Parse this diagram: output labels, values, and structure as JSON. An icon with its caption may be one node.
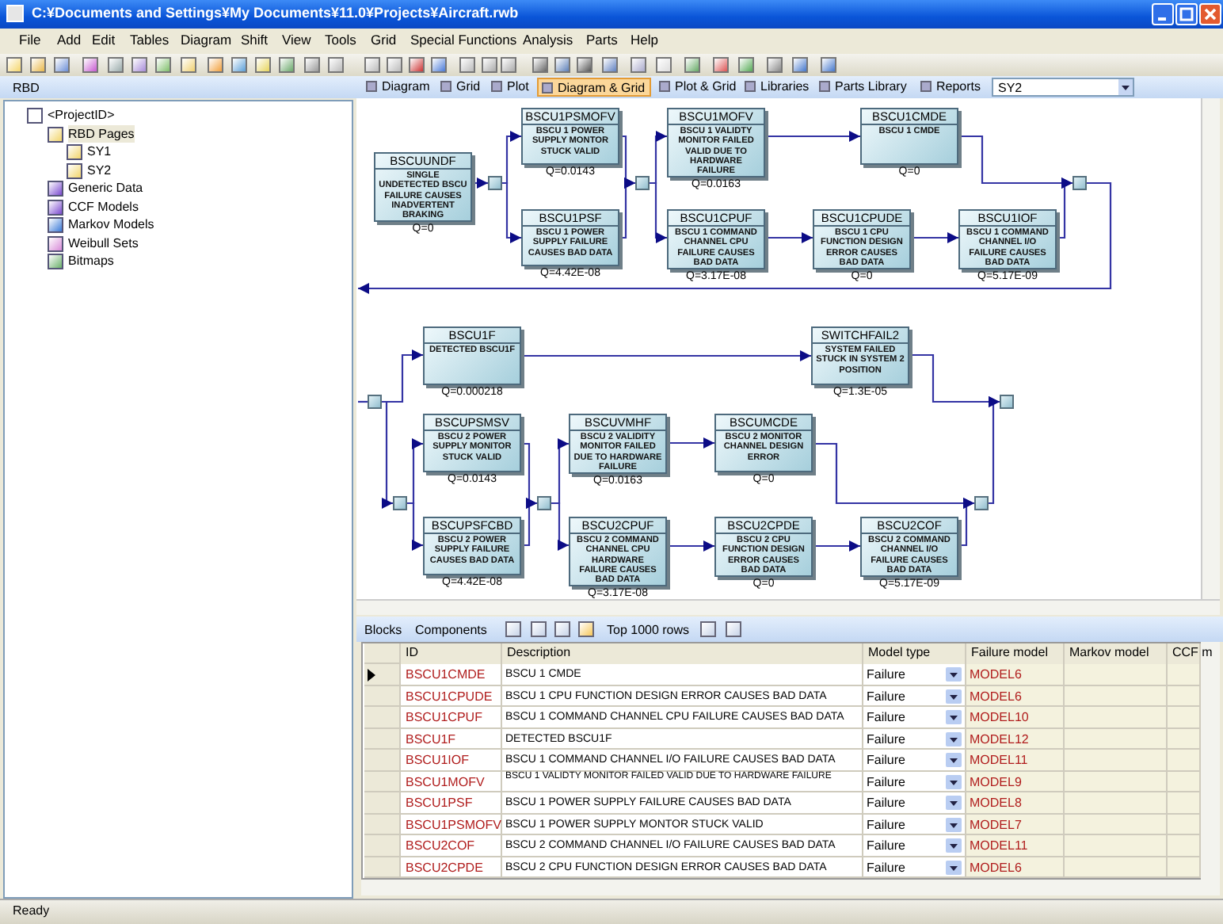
{
  "diagram": {
    "nodes": [
      {
        "text": [
          "BSCUUNDF",
          "SINGLE UNDETECTED BSCU FAILURE CAUSES INADVERTENT BRAKING"
        ],
        "beside": [
          "Q=0"
        ]
      },
      {
        "text": [],
        "shape": "box"
      },
      {
        "text": [
          "BSCU1PSMOFV",
          "BSCU 1 POWER SUPPLY MONTOR STUCK VALID"
        ],
        "beside": [
          "Q=0.0143"
        ]
      },
      {
        "text": [
          "BSCU1PSF",
          "BSCU 1 POWER SUPPLY FAILURE CAUSES BAD DATA"
        ],
        "beside": [
          "Q=4.42E-08"
        ]
      },
      {
        "text": [],
        "shape": "box"
      },
      {
        "text": [
          "BSCU1MOFV",
          "BSCU 1 VALIDTY MONITOR FAILED VALID DUE TO HARDWARE FAILURE"
        ],
        "beside": [
          "Q=0.0163"
        ]
      },
      {
        "text": [
          "BSCU1CMDE",
          "BSCU 1 CMDE"
        ],
        "beside": [
          "Q=0"
        ]
      },
      {
        "text": [
          "BSCU1CPUF",
          "BSCU 1 COMMAND CHANNEL CPU FAILURE CAUSES BAD DATA"
        ],
        "beside": [
          "Q=3.17E-08"
        ]
      },
      {
        "text": [
          "BSCU1CPUDE",
          "BSCU 1 CPU FUNCTION DESIGN ERROR CAUSES BAD DATA"
        ],
        "beside": [
          "Q=0"
        ]
      },
      {
        "text": [
          "BSCU1IOF",
          "BSCU 1 COMMAND CHANNEL I/O FAILURE CAUSES BAD DATA"
        ],
        "beside": [
          "Q=5.17E-09"
        ]
      },
      {
        "text": [],
        "shape": "box"
      },
      {
        "text": [],
        "shape": "box"
      },
      {
        "text": [
          "BSCU1F",
          "DETECTED BSCU1F"
        ],
        "beside": [
          "Q=0.000218"
        ]
      },
      {
        "text": [
          "SWITCHFAIL2",
          "SYSTEM FAILED STUCK IN SYSTEM 2 POSITION"
        ],
        "beside": [
          "Q=1.3E-05"
        ]
      },
      {
        "text": [],
        "shape": "box"
      },
      {
        "text": [],
        "shape": "box"
      },
      {
        "text": [
          "BSCUPSMSV",
          "BSCU 2 POWER SUPPLY MONITOR STUCK VALID"
        ],
        "beside": [
          "Q=0.0143"
        ]
      },
      {
        "text": [
          "BSCUPSFCBD",
          "BSCU 2 POWER SUPPLY FAILURE CAUSES BAD DATA"
        ],
        "beside": [
          "Q=4.42E-08"
        ]
      },
      {
        "text": [],
        "shape": "box"
      },
      {
        "text": [
          "BSCUVMHF",
          "BSCU 2 VALIDITY MONITOR FAILED DUE TO HARDWARE FAILURE"
        ],
        "beside": [
          "Q=0.0163"
        ]
      },
      {
        "text": [
          "BSCUMCDE",
          "BSCU 2 MONITOR CHANNEL DESIGN ERROR"
        ],
        "beside": [
          "Q=0"
        ]
      },
      {
        "text": [
          "BSCU2CPUF",
          "BSCU 2 COMMAND CHANNEL CPU HARDWARE FAILURE CAUSES BAD DATA"
        ],
        "beside": [
          "Q=3.17E-08"
        ]
      },
      {
        "text": [
          "BSCU2CPDE",
          "BSCU 2 CPU FUNCTION DESIGN ERROR CAUSES BAD DATA"
        ],
        "beside": [
          "Q=0"
        ]
      },
      {
        "text": [
          "BSCU2COF",
          "BSCU 2 COMMAND CHANNEL I/O FAILURE CAUSES BAD DATA"
        ],
        "beside": [
          "Q=5.17E-09"
        ]
      },
      {
        "text": [],
        "shape": "box"
      }
    ],
    "edges": [
      {
        "from": 0,
        "to": 1,
        "arrow": "to"
      },
      {
        "from": 1,
        "to": 2,
        "arrow": "to"
      },
      {
        "from": 1,
        "to": 3,
        "arrow": "to"
      },
      {
        "from": 2,
        "to": 4,
        "arrow": "to"
      },
      {
        "from": 3,
        "to": 4,
        "arrow": "to"
      },
      {
        "from": 4,
        "to": 5,
        "arrow": "to"
      },
      {
        "from": 4,
        "to": 7,
        "arrow": "to"
      },
      {
        "from": 5,
        "to": 6,
        "arrow": "to"
      },
      {
        "from": 6,
        "to": 10,
        "arrow": "to"
      },
      {
        "from": 7,
        "to": 8,
        "arrow": "to"
      },
      {
        "from": 8,
        "to": 9,
        "arrow": "to"
      },
      {
        "from": 9,
        "to": 10,
        "arrow": "to"
      },
      {
        "from": 10,
        "to": null,
        "arrow": "to"
      },
      {
        "from": null,
        "to": 11,
        "arrow": "none"
      },
      {
        "from": 11,
        "to": 12,
        "arrow": "to"
      },
      {
        "from": 11,
        "to": 15,
        "arrow": "to"
      },
      {
        "from": 12,
        "to": 13,
        "arrow": "to"
      },
      {
        "from": 13,
        "to": 14,
        "arrow": "to"
      },
      {
        "from": 15,
        "to": 16,
        "arrow": "to"
      },
      {
        "from": 15,
        "to": 17,
        "arrow": "to"
      },
      {
        "from": 16,
        "to": 18,
        "arrow": "to"
      },
      {
        "from": 17,
        "to": 18,
        "arrow": "to"
      },
      {
        "from": 18,
        "to": 19,
        "arrow": "to"
      },
      {
        "from": 18,
        "to": 21,
        "arrow": "to"
      },
      {
        "from": 19,
        "to": 20,
        "arrow": "to"
      },
      {
        "from": 20,
        "to": 24,
        "arrow": "to"
      },
      {
        "from": 21,
        "to": 22,
        "arrow": "to"
      },
      {
        "from": 22,
        "to": 23,
        "arrow": "to"
      },
      {
        "from": 23,
        "to": 24,
        "arrow": "to"
      },
      {
        "from": 24,
        "to": 14,
        "arrow": "to"
      }
    ],
    "labels": [
      "C:¥Documents and Settings¥My Documents¥11.0¥Projects¥Aircraft.rwb",
      "File",
      "Add",
      "Edit",
      "Tables",
      "Diagram",
      "Shift",
      "View",
      "Tools",
      "Grid",
      "Special Functions",
      "Analysis",
      "Parts",
      "Help",
      "RBD",
      "Diagram",
      "Grid",
      "Plot",
      "Diagram & Grid",
      "Plot & Grid",
      "Libraries",
      "Parts Library",
      "Reports",
      "SY2",
      "<ProjectID>",
      "RBD Pages",
      "SY1",
      "SY2",
      "Generic Data",
      "CCF Models",
      "Markov Models",
      "Weibull Sets",
      "Bitmaps",
      "Blocks",
      "Components",
      "Top 1000 rows",
      "ID",
      "Description",
      "Model type",
      "Failure model",
      "Markov model",
      "CCF m",
      "BSCU1CMDE",
      "BSCU 1 CMDE",
      "Failure",
      "MODEL6",
      "BSCU1CPUDE",
      "BSCU 1 CPU FUNCTION DESIGN ERROR CAUSES BAD DATA",
      "Failure",
      "MODEL6",
      "BSCU1CPUF",
      "BSCU 1 COMMAND CHANNEL CPU FAILURE CAUSES BAD DATA",
      "Failure",
      "MODEL10",
      "BSCU1F",
      "DETECTED BSCU1F",
      "Failure",
      "MODEL12",
      "BSCU1IOF",
      "BSCU 1 COMMAND CHANNEL I/O FAILURE CAUSES BAD DATA",
      "Failure",
      "MODEL11",
      "BSCU1MOFV",
      "BSCU 1 VALIDTY MONITOR FAILED VALID DUE TO HARDWARE FAILURE",
      "Failure",
      "MODEL9",
      "BSCU1PSF",
      "BSCU 1 POWER SUPPLY FAILURE CAUSES BAD DATA",
      "Failure",
      "MODEL8",
      "BSCU1PSMOFV",
      "BSCU 1 POWER SUPPLY MONTOR STUCK VALID",
      "Failure",
      "MODEL7",
      "BSCU2COF",
      "BSCU 2 COMMAND CHANNEL I/O FAILURE CAUSES BAD DATA",
      "Failure",
      "MODEL11",
      "BSCU2CPDE",
      "BSCU 2 CPU FUNCTION DESIGN ERROR CAUSES BAD DATA",
      "Failure",
      "MODEL6",
      "Ready"
    ]
  }
}
